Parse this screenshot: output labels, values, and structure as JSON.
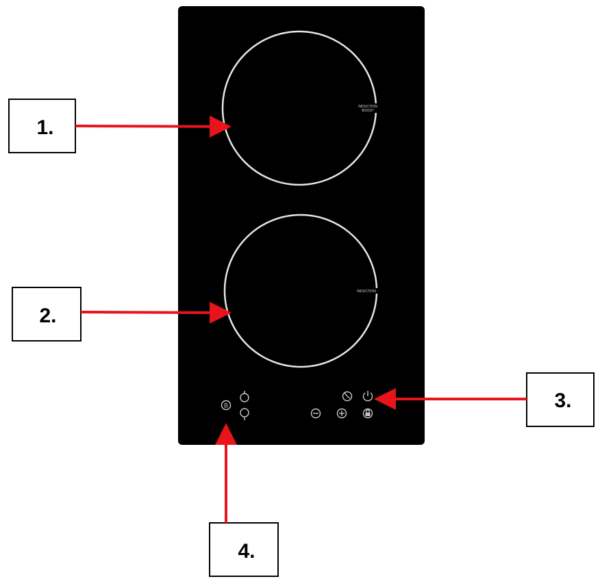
{
  "colors": {
    "background": "#ffffff",
    "cooktop": "#000000",
    "ring": "#e6e6e6",
    "arrow": "#e8141b",
    "callout_border": "#000000",
    "callout_fill": "#ffffff",
    "control_icons": "#c8c8c8"
  },
  "callouts": [
    {
      "label": "1."
    },
    {
      "label": "2."
    },
    {
      "label": "3."
    },
    {
      "label": "4."
    }
  ],
  "zones": {
    "top_label_line1": "INDUCTION",
    "top_label_line2": "BOOST",
    "bottom_label": "INDUCTION"
  },
  "controls": {
    "left": [
      {
        "icon": "boost-icon",
        "glyph": "B"
      },
      {
        "icon": "top-zone-select-icon"
      },
      {
        "icon": "bottom-zone-select-icon"
      }
    ],
    "right": [
      {
        "icon": "timer-icon"
      },
      {
        "icon": "power-icon"
      },
      {
        "icon": "minus-icon"
      },
      {
        "icon": "plus-icon"
      },
      {
        "icon": "child-lock-icon"
      }
    ]
  }
}
